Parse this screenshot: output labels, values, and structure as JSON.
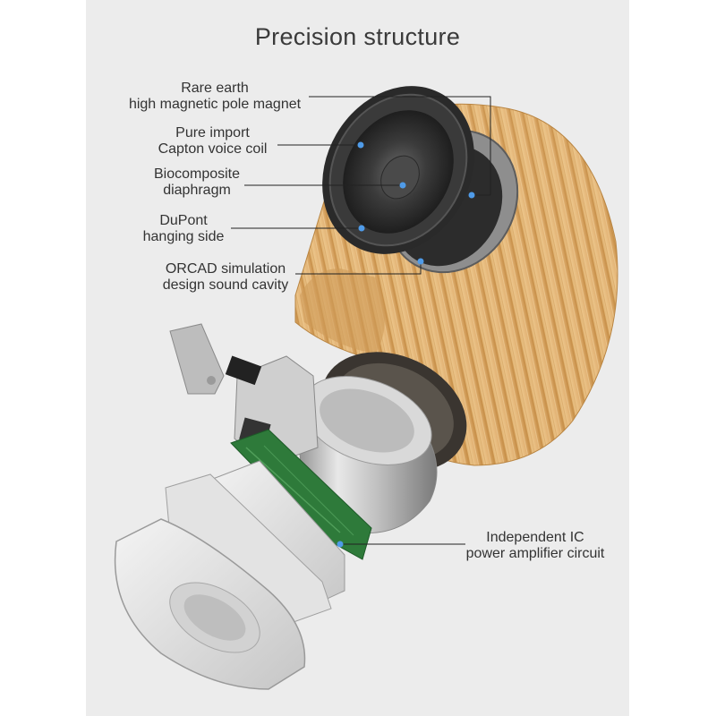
{
  "title": "Precision structure",
  "callouts": [
    {
      "line1": "Rare earth",
      "line2": "high magnetic pole magnet"
    },
    {
      "line1": "Pure import",
      "line2": "Capton voice coil"
    },
    {
      "line1": "Biocomposite",
      "line2": "diaphragm"
    },
    {
      "line1": "DuPont",
      "line2": "hanging side"
    },
    {
      "line1": "ORCAD simulation",
      "line2": "design sound cavity"
    },
    {
      "line1": "Independent IC",
      "line2": "power amplifier circuit"
    }
  ],
  "colors": {
    "background_panel": "#ececec",
    "wood": "#e2b877",
    "marker": "#4f9be8",
    "leader_line": "#222222"
  }
}
